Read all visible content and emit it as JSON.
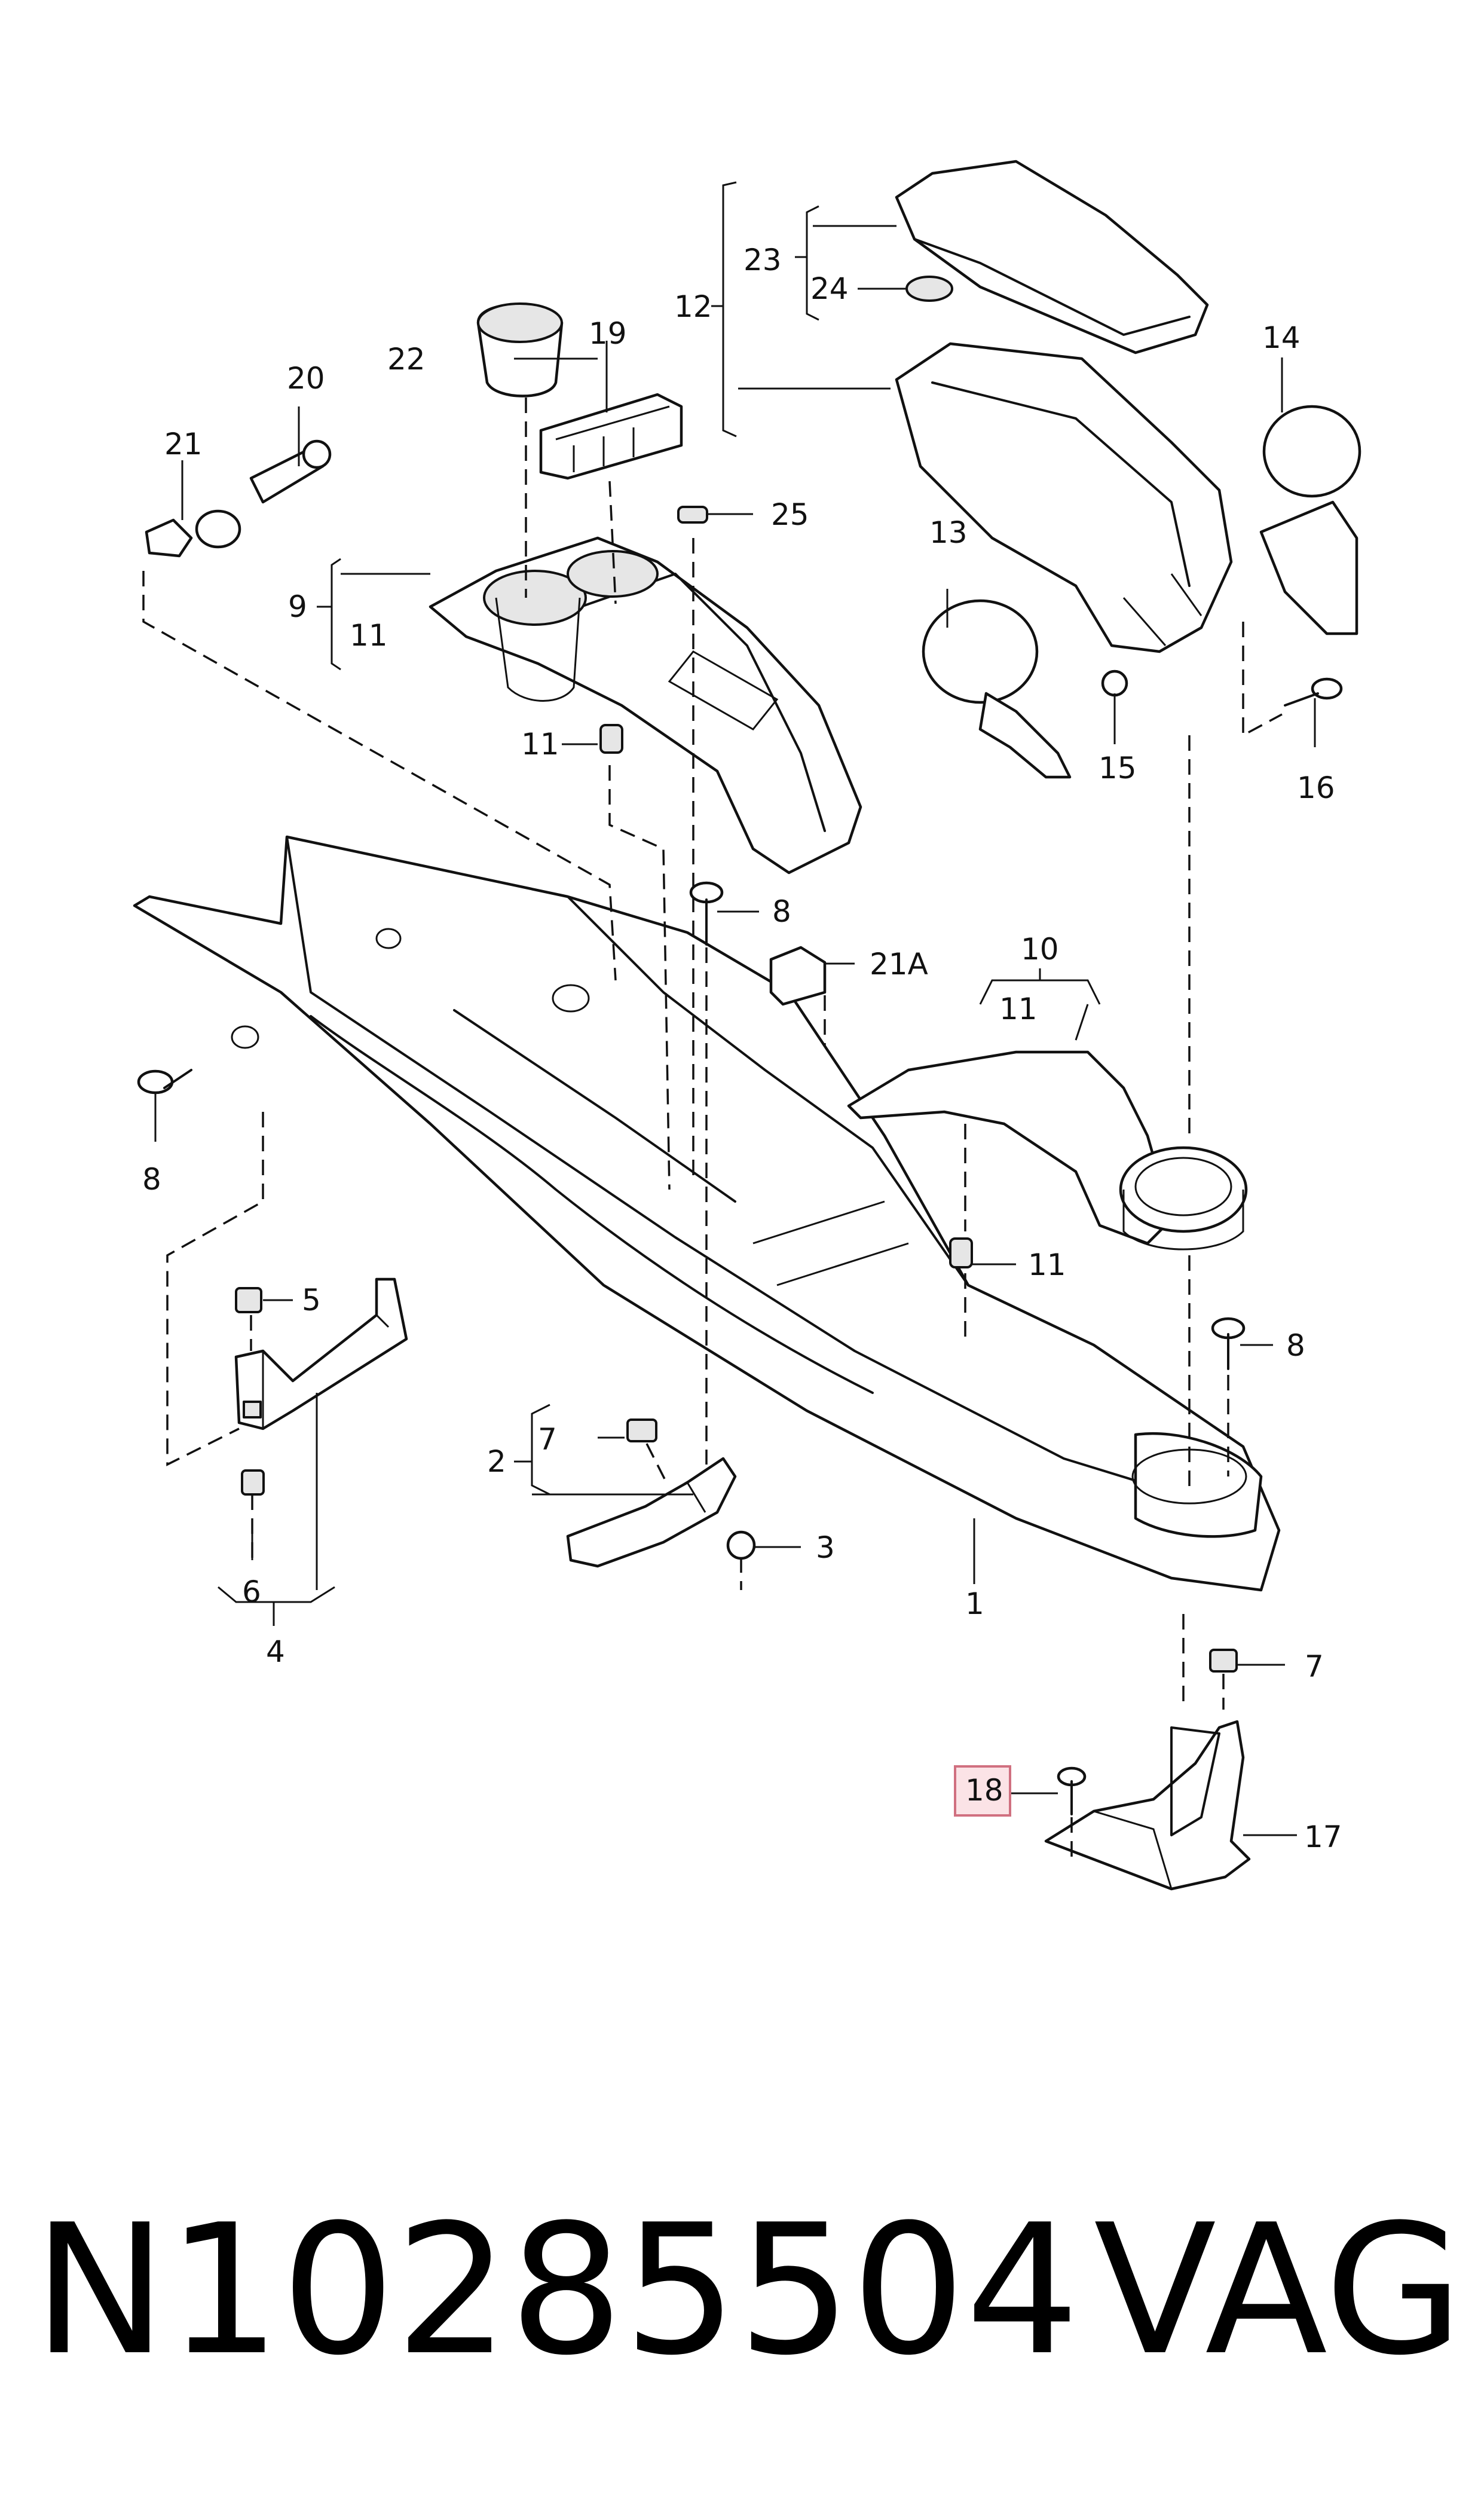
{
  "callouts": {
    "c1": "1",
    "c2": "2",
    "c3": "3",
    "c4": "4",
    "c5": "5",
    "c6": "6",
    "c7a": "7",
    "c7b": "7",
    "c8a": "8",
    "c8b": "8",
    "c8c": "8",
    "c9": "9",
    "c10": "10",
    "c11a": "11",
    "c11b": "11",
    "c11c": "11",
    "c11d": "11",
    "c12": "12",
    "c13": "13",
    "c14": "14",
    "c15": "15",
    "c16": "16",
    "c17": "17",
    "c18": "18",
    "c19": "19",
    "c20": "20",
    "c21": "21",
    "c21a": "21A",
    "c22": "22",
    "c23": "23",
    "c24": "24",
    "c25": "25"
  },
  "highlighted_callout": "18",
  "colors": {
    "highlight_fill": "#fbe3e6",
    "highlight_stroke": "#d07080",
    "line": "#111111"
  },
  "footer": {
    "part_number": "N10285504",
    "brand": "VAG"
  }
}
